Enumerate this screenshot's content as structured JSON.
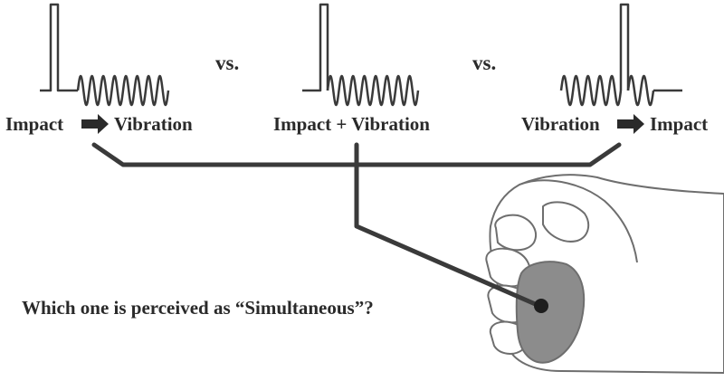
{
  "conditions": [
    {
      "first": "Impact",
      "arrow": "→",
      "second": "Vibration"
    },
    {
      "label": "Impact + Vibration"
    },
    {
      "first": "Vibration",
      "arrow": "→",
      "second": "Impact"
    }
  ],
  "separators": [
    "vs.",
    "vs."
  ],
  "question": "Which one is perceived as “Simultaneous”?",
  "colors": {
    "line": "#3a3a3a",
    "text": "#2a2a2a",
    "hand_fill": "#ffffff",
    "hand_outline": "#6e6e6e",
    "actuator_fill": "#8c8c8c",
    "actuator_dot": "#1e1e1e"
  },
  "icons": [
    "impulse-waveform",
    "vibration-waveform",
    "right-arrow-icon",
    "hand-illustration",
    "actuator-device"
  ]
}
